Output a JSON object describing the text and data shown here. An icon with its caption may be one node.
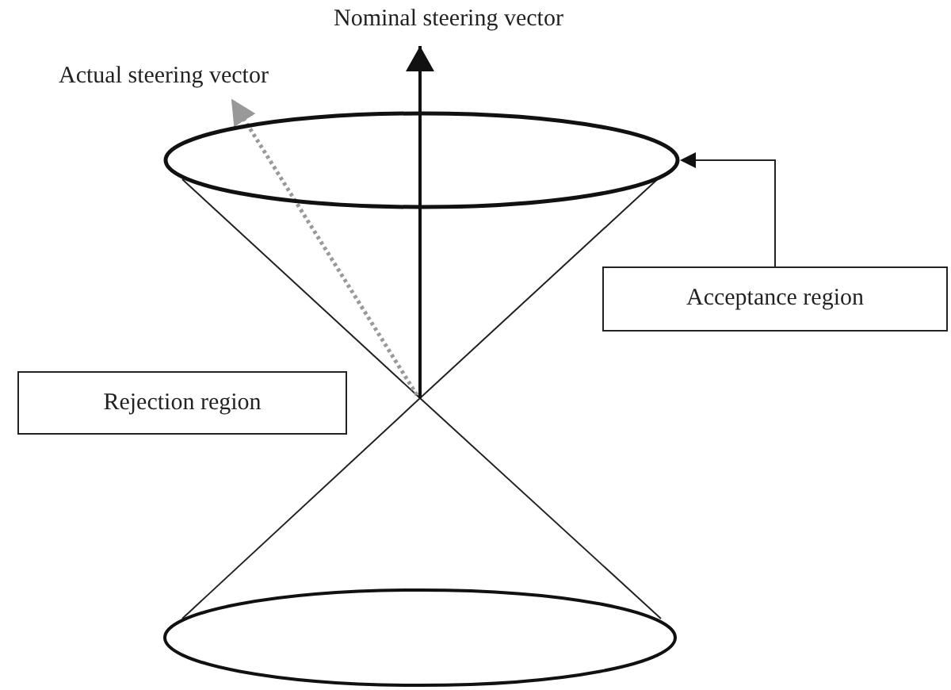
{
  "diagram": {
    "nodes": [
      {
        "text": [],
        "shape": "ellipse"
      },
      {
        "text": [
          "Acceptance region"
        ]
      },
      {
        "text": [
          "Rejection region"
        ]
      }
    ],
    "edges": [
      {
        "from": 1,
        "to": 0,
        "arrow": "to"
      }
    ],
    "labels": [
      "Nominal steering vector",
      "Actual steering vector"
    ]
  }
}
